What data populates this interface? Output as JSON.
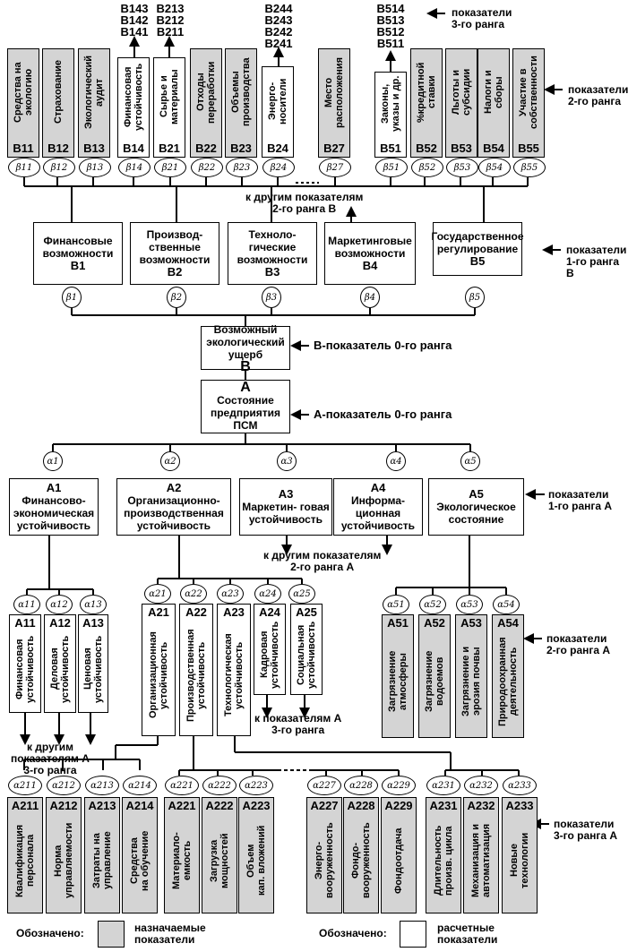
{
  "top": {
    "code": "B",
    "text": "Возможный экологический ущерб",
    "note": "B-показатель 0-го ранга"
  },
  "root": {
    "code": "A",
    "text": "Состояние предприятия ПСМ",
    "note": "A-показатель 0-го ранга"
  },
  "rank_labels": {
    "b1": "показатели\n1-го ранга B",
    "b2": "показатели\n2-го ранга",
    "b3": "показатели\n3-го ранга",
    "a1": "показатели\n1-го ранга A",
    "a2": "показатели\n2-го ранга A",
    "a3": "показатели\n3-го ранга A"
  },
  "b1": [
    {
      "code": "B1",
      "text": "Финансовые возможности",
      "w": "β1"
    },
    {
      "code": "B2",
      "text": "Производ- ственные возможности",
      "w": "β2"
    },
    {
      "code": "B3",
      "text": "Техноло- гические возможности",
      "w": "β3"
    },
    {
      "code": "B4",
      "text": "Маркетинговые возможности",
      "w": "β4"
    },
    {
      "code": "B5",
      "text": "Государственное регулирование",
      "w": "β5"
    }
  ],
  "b2": [
    {
      "code": "B11",
      "text": "Средства на\nэкологию",
      "w": "β11",
      "gray": true
    },
    {
      "code": "B12",
      "text": "Страхование",
      "w": "β12",
      "gray": true
    },
    {
      "code": "B13",
      "text": "Экологический\nаудит",
      "w": "β13",
      "gray": true
    },
    {
      "code": "B14",
      "text": "Финансовая\nустойчивость",
      "w": "β14",
      "gray": false
    },
    {
      "code": "B21",
      "text": "Сырье и\nматериалы",
      "w": "β21",
      "gray": false
    },
    {
      "code": "B22",
      "text": "Отходы\nпереработки",
      "w": "β22",
      "gray": true
    },
    {
      "code": "B23",
      "text": "Объемы\nпроизводства",
      "w": "β23",
      "gray": true
    },
    {
      "code": "B24",
      "text": "Энерго-\nносители",
      "w": "β24",
      "gray": false
    },
    {
      "code": "B27",
      "text": "Место\nрасположения",
      "w": "β27",
      "gray": true
    },
    {
      "code": "B51",
      "text": "Законы,\nуказы и др.",
      "w": "β51",
      "gray": false
    },
    {
      "code": "B52",
      "text": "%кредитной\nставки",
      "w": "β52",
      "gray": true
    },
    {
      "code": "B53",
      "text": "Льготы и\nсубсидии",
      "w": "β53",
      "gray": true
    },
    {
      "code": "B54",
      "text": "Налоги и\nсборы",
      "w": "β54",
      "gray": true
    },
    {
      "code": "B55",
      "text": "Участие в\nсобственности",
      "w": "β55",
      "gray": true
    }
  ],
  "b3": {
    "b14": "B143\nB142\nB141",
    "b21": "B213\nB212\nB211",
    "b24": "B244\nB243\nB242\nB241",
    "b51": "B514\nB513\nB512\nB511"
  },
  "b_other_note": "к другим показателям\n2-го ранга B",
  "a1": [
    {
      "code": "A1",
      "text": "Финансово- экономическая устойчивость",
      "w": "α1"
    },
    {
      "code": "A2",
      "text": "Организационно- производственная устойчивость",
      "w": "α2"
    },
    {
      "code": "A3",
      "text": "Маркетин- говая устойчивость",
      "w": "α3"
    },
    {
      "code": "A4",
      "text": "Информа- ционная устойчивость",
      "w": "α4"
    },
    {
      "code": "A5",
      "text": "Экологическое состояние",
      "w": "α5"
    }
  ],
  "a_other_note": "к другим показателям\n2-го ранга A",
  "a2": [
    {
      "code": "A11",
      "text": "Финансовая\nустойчивость",
      "w": "α11",
      "gray": false
    },
    {
      "code": "A12",
      "text": "Деловая\nустойчивость",
      "w": "α12",
      "gray": false
    },
    {
      "code": "A13",
      "text": "Ценовая\nустойчивость",
      "w": "α13",
      "gray": false
    },
    {
      "code": "A21",
      "text": "Организационная\nустойчивость",
      "w": "α21",
      "gray": false
    },
    {
      "code": "A22",
      "text": "Производственная\nустойчивость",
      "w": "α22",
      "gray": false
    },
    {
      "code": "A23",
      "text": "Технологическая\nустойчивость",
      "w": "α23",
      "gray": false
    },
    {
      "code": "A24",
      "text": "Кадровая\nустойчивость",
      "w": "α24",
      "gray": false
    },
    {
      "code": "A25",
      "text": "Социальная\nустойчивость",
      "w": "α25",
      "gray": false
    },
    {
      "code": "A51",
      "text": "Загрязнение\nатмосферы",
      "w": "α51",
      "gray": true
    },
    {
      "code": "A52",
      "text": "Загрязнение\nводоемов",
      "w": "α52",
      "gray": true
    },
    {
      "code": "A53",
      "text": "Загрязнение и\nэрозия почвы",
      "w": "α53",
      "gray": true
    },
    {
      "code": "A54",
      "text": "Природоохранная\nдеятельность",
      "w": "α54",
      "gray": true
    }
  ],
  "a1_note": "к другим\nпоказателям A\n3-го ранга",
  "a24_note": "к показателям A\n3-го ранга",
  "a3": [
    {
      "code": "A211",
      "text": "Квалификация\nперсонала",
      "w": "α211"
    },
    {
      "code": "A212",
      "text": "Норма\nуправляемости",
      "w": "α212"
    },
    {
      "code": "A213",
      "text": "Затраты на\nуправление",
      "w": "α213"
    },
    {
      "code": "A214",
      "text": "Средства\nна обучение",
      "w": "α214"
    },
    {
      "code": "A221",
      "text": "Материало-\nемкость",
      "w": "α221"
    },
    {
      "code": "A222",
      "text": "Загрузка\nмощностей",
      "w": "α222"
    },
    {
      "code": "A223",
      "text": "Объем\nкап. вложений",
      "w": "α223"
    },
    {
      "code": "A227",
      "text": "Энерго-\nвооруженность",
      "w": "α227"
    },
    {
      "code": "A228",
      "text": "Фондо-\nвооруженность",
      "w": "α228"
    },
    {
      "code": "A229",
      "text": "Фондоотдача",
      "w": "α229"
    },
    {
      "code": "A231",
      "text": "Длительность\nпроизв. цикла",
      "w": "α231"
    },
    {
      "code": "A232",
      "text": "Механизация и\nавтоматизация",
      "w": "α232"
    },
    {
      "code": "A233",
      "text": "Новые\nтехнологии",
      "w": "α233"
    }
  ],
  "legend": {
    "prefix": "Обозначено:",
    "assigned": "назначаемые\nпоказатели",
    "calculated": "расчетные\nпоказатели"
  }
}
